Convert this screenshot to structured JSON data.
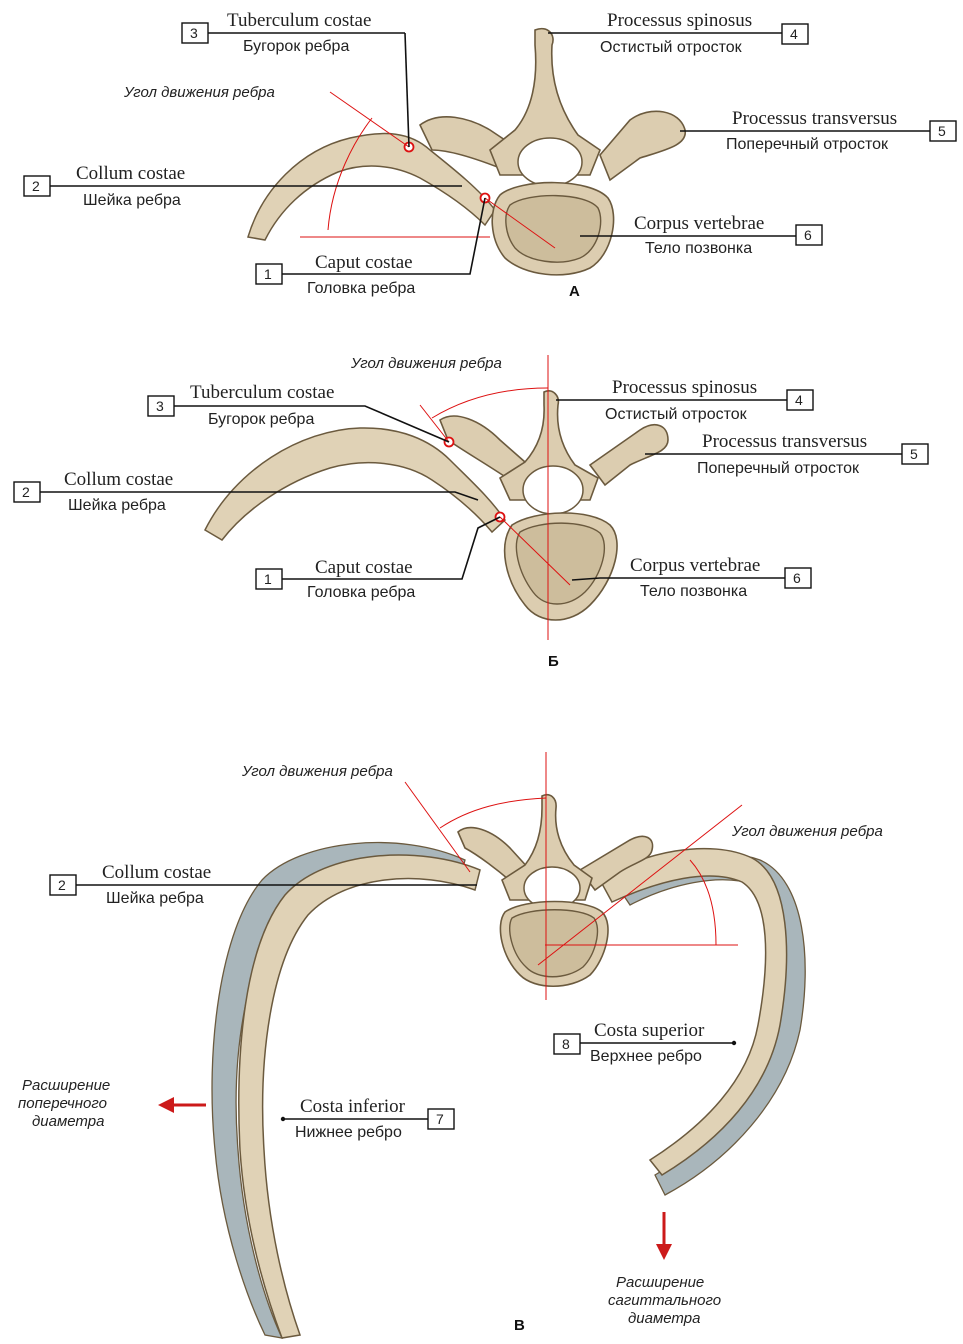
{
  "panels": {
    "a": {
      "letter": "А",
      "angle_label": "Угол движения ребра",
      "labels": [
        {
          "num": "3",
          "lat": "Tuberculum costae",
          "rus": "Бугорок ребра"
        },
        {
          "num": "4",
          "lat": "Processus spinosus",
          "rus": "Остистый отросток"
        },
        {
          "num": "5",
          "lat": "Processus transversus",
          "rus": "Поперечный отросток"
        },
        {
          "num": "2",
          "lat": "Collum costae",
          "rus": "Шейка ребра"
        },
        {
          "num": "6",
          "lat": "Corpus vertebrae",
          "rus": "Тело позвонка"
        },
        {
          "num": "1",
          "lat": "Caput costae",
          "rus": "Головка ребра"
        }
      ]
    },
    "b": {
      "letter": "Б",
      "angle_label": "Угол движения ребра",
      "labels": [
        {
          "num": "3",
          "lat": "Tuberculum costae",
          "rus": "Бугорок ребра"
        },
        {
          "num": "4",
          "lat": "Processus spinosus",
          "rus": "Остистый отросток"
        },
        {
          "num": "5",
          "lat": "Processus transversus",
          "rus": "Поперечный отросток"
        },
        {
          "num": "2",
          "lat": "Collum costae",
          "rus": "Шейка ребра"
        },
        {
          "num": "1",
          "lat": "Caput costae",
          "rus": "Головка ребра"
        },
        {
          "num": "6",
          "lat": "Corpus vertebrae",
          "rus": "Тело позвонка"
        }
      ]
    },
    "c": {
      "letter": "В",
      "angle_label_left": "Угол движения ребра",
      "angle_label_right": "Угол движения ребра",
      "labels": [
        {
          "num": "2",
          "lat": "Collum costae",
          "rus": "Шейка ребра"
        },
        {
          "num": "8",
          "lat": "Costa superior",
          "rus": "Верхнее ребро"
        },
        {
          "num": "7",
          "lat": "Costa inferior",
          "rus": "Нижнее ребро"
        }
      ],
      "transverse": [
        "Расширение",
        "поперечного",
        "диаметра"
      ],
      "sagittal": [
        "Расширение",
        "сагиттального",
        "диаметра"
      ]
    }
  },
  "colors": {
    "bone": "#dccdb0",
    "rib_side": "#a9b6bb",
    "angle_lines": "#dd1111",
    "arrow": "#cc1a1a"
  }
}
